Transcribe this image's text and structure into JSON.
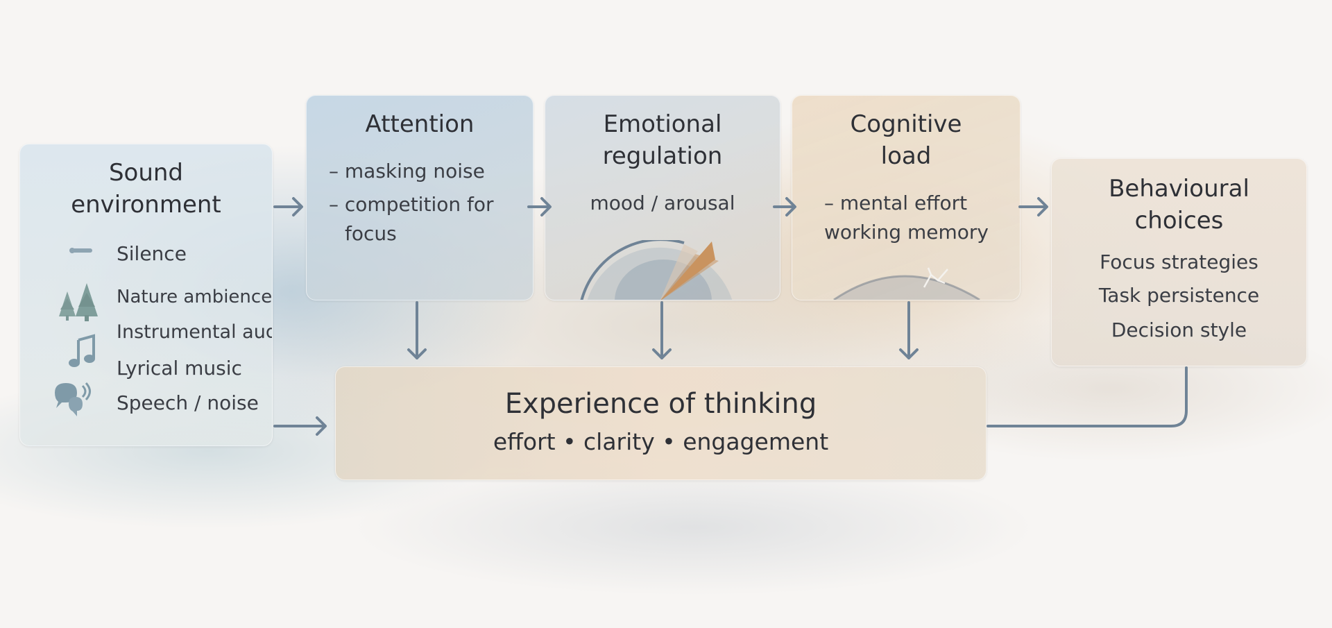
{
  "sound_environment": {
    "title": "Sound\nenvironment",
    "items": [
      {
        "label": "Silence",
        "icon": "silence-icon"
      },
      {
        "label": "Nature ambience",
        "icon": "trees-icon"
      },
      {
        "label": "Instrumental audio",
        "icon": ""
      },
      {
        "label": "Lyrical music",
        "icon": "music-note-icon"
      },
      {
        "label": "Speech / noise",
        "icon": "speech-bubbles-icon"
      }
    ]
  },
  "attention": {
    "title": "Attention",
    "lines": [
      "– masking noise",
      "– competition for",
      "focus"
    ]
  },
  "emotional_regulation": {
    "title": "Emotional\nregulation",
    "lines": [
      "mood / arousal"
    ]
  },
  "cognitive_load": {
    "title": "Cognitive\nload",
    "lines": [
      "– mental effort",
      "working memory"
    ]
  },
  "behavioural_choices": {
    "title": "Behavioural\nchoices",
    "items": [
      "Focus strategies",
      "Task persistence",
      "Decision style"
    ]
  },
  "experience": {
    "title": "Experience of thinking",
    "subtitle": "effort • clarity • engagement"
  },
  "colors": {
    "arrow": "#6f8396",
    "gauge_accent": "#c9935f",
    "icon": "#7f9aa8"
  }
}
